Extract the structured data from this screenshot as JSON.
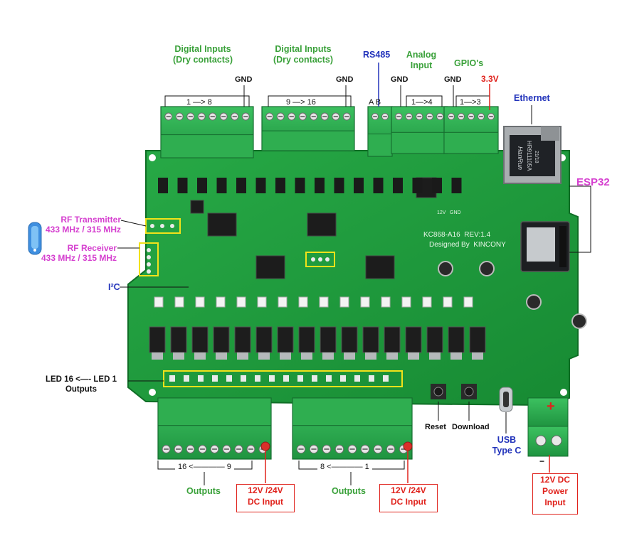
{
  "labels": {
    "digital_inputs_1": [
      "Digital Inputs",
      "(Dry contacts)"
    ],
    "digital_inputs_2": [
      "Digital Inputs",
      "(Dry contacts)"
    ],
    "rs485": "RS485",
    "analog_input": [
      "Analog",
      "Input"
    ],
    "gpios": "GPIO's",
    "v33": "3.3V",
    "gnd": "GND",
    "ethernet": "Ethernet",
    "esp32": "ESP32",
    "rf_transmitter": [
      "RF Transmitter",
      "433 MHz / 315 MHz"
    ],
    "rf_receiver": [
      "RF Receiver",
      "433 MHz / 315 MHz"
    ],
    "i2c": "I²C",
    "led_outputs": [
      "LED 16 <—- LED 1",
      "Outputs"
    ],
    "reset": "Reset",
    "download": "Download",
    "usb": [
      "USB",
      "Type C"
    ],
    "outputs": "Outputs",
    "dc_input": [
      "12V /24V",
      "DC Input"
    ],
    "power_input": [
      "12V DC",
      "Power",
      "Input"
    ],
    "plus": "+",
    "minus": "−"
  },
  "ranges": {
    "inputs_1_8": "1 —> 8",
    "inputs_9_16": "9 —> 16",
    "analog_1_4": "1—>4",
    "gpio_1_3": "1—>3",
    "ab": "A  B",
    "outputs_16_9": "16 <———— 9",
    "outputs_8_1": "8 <———— 1"
  },
  "board": {
    "model": "KC868-A16",
    "rev": "REV:1.4",
    "designed_by": "Designed By",
    "brand": "KINCONY",
    "rj45_text": "HR911105A",
    "rj45_brand": "HanRun",
    "rj45_date": "21/18",
    "silk_12v": "12V",
    "silk_gnd": "GND"
  },
  "colors": {
    "pcb": "#1f9e3c",
    "terminal": "#2fae50",
    "label_green": "#3aa13a",
    "label_blue": "#2233bb",
    "label_magenta": "#d53fcf",
    "label_red": "#e0221c",
    "highlight_box": "#f2e21a"
  }
}
